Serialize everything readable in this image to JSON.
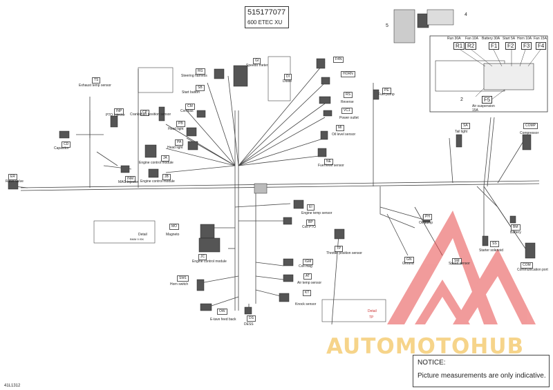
{
  "header": {
    "part_number": "515177077",
    "model": "600 ETEC XU"
  },
  "callouts": {
    "n5": "5",
    "n4": "4",
    "n2": "2"
  },
  "fuse_box": {
    "columns": [
      {
        "label": "Run 30A",
        "code": "R1"
      },
      {
        "label": "Fan 10A",
        "code": "R2"
      },
      {
        "label": "Battery 30A",
        "code": "F1"
      },
      {
        "label": "Start 5A",
        "code": "F2"
      },
      {
        "label": "Horn 10A",
        "code": "F3"
      },
      {
        "label": "Fan 15A",
        "code": "F4"
      }
    ],
    "f5_code": "F5",
    "f5_label": "Air suspension\n15A"
  },
  "components": [
    {
      "code": "RG",
      "label": "Steering harness"
    },
    {
      "code": "GI",
      "label": "Speedo meter"
    },
    {
      "code": "F4N",
      "label": ""
    },
    {
      "code": "SB",
      "label": "Start button"
    },
    {
      "code": "DI",
      "label": "Diode"
    },
    {
      "code": "HORN",
      "label": ""
    },
    {
      "code": "TS",
      "label": "Exhaust temp sensor"
    },
    {
      "code": "CM",
      "label": "Compas"
    },
    {
      "code": "RS",
      "label": "Reverse"
    },
    {
      "code": "PE",
      "label": "Fuel pump"
    },
    {
      "code": "INP",
      "label": "PTO Injector"
    },
    {
      "code": "CP",
      "label": "Crankshaft position sensor"
    },
    {
      "code": "VC1",
      "label": "Power outlet"
    },
    {
      "code": "PB",
      "label": "Head light"
    },
    {
      "code": "MI",
      "label": "Oil level sensor"
    },
    {
      "code": "CD",
      "label": "Capasitor"
    },
    {
      "code": "PA",
      "label": "Head light"
    },
    {
      "code": "COMP",
      "label": "Compressor"
    },
    {
      "code": "SA",
      "label": "Tail light"
    },
    {
      "code": "JA",
      "label": "Engine control module"
    },
    {
      "code": "NE",
      "label": "Fuel level sensor"
    },
    {
      "code": "INM",
      "label": "MAG Injector"
    },
    {
      "code": "JB",
      "label": "Engine control module"
    },
    {
      "code": "ER",
      "label": "Raive valve"
    },
    {
      "code": "EI",
      "label": "Engine temp sensor"
    },
    {
      "code": "BP",
      "label": "Coil PTO"
    },
    {
      "code": "PH",
      "label": "Oil pump"
    },
    {
      "code": "MO",
      "label": "Magneto"
    },
    {
      "code": "BM",
      "label": "Battery"
    },
    {
      "code": "TP",
      "label": "Throttle position sensor"
    },
    {
      "code": "SS",
      "label": "Starter solenoid"
    },
    {
      "code": "JC",
      "label": "Engine control module"
    },
    {
      "code": "GN",
      "label": "Ground"
    },
    {
      "code": "SM",
      "label": "Speed sensor"
    },
    {
      "code": "IGM",
      "label": "Coil mag"
    },
    {
      "code": "COM",
      "label": "Communication port"
    },
    {
      "code": "SW1",
      "label": "Horn switch"
    },
    {
      "code": "AT",
      "label": "Air temp sensor"
    },
    {
      "code": "KT",
      "label": "Knock sensor"
    },
    {
      "code": "OW",
      "label": "E-tave feed back"
    },
    {
      "code": "DS",
      "label": "DESS"
    }
  ],
  "details": {
    "detail1_label": "Detail",
    "detail1_sub": "BMM 9 ISK",
    "detail2_label": "Detail",
    "detail2_code": "TP"
  },
  "watermark": {
    "text": "AUTOMOTOHUB",
    "color_red": "#e74a4a",
    "color_gold": "#f3c25a"
  },
  "notice": {
    "title": "NOTICE:",
    "message": "Picture measurements are only indicative."
  },
  "doc_id": "41L1312"
}
